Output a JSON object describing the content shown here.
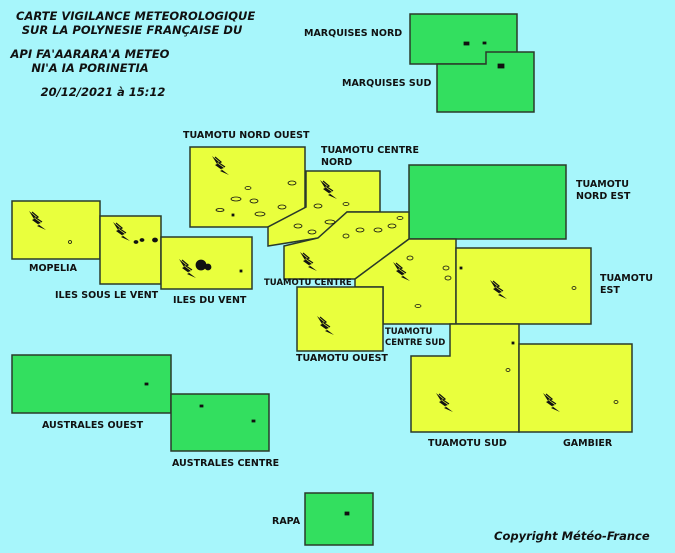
{
  "header": {
    "line1": "CARTE VIGILANCE METEOROLOGIQUE",
    "line2": "SUR LA POLYNESIE FRANÇAISE DU",
    "line3": "API FA'AARARA'A METEO",
    "line4": "NI'A IA PORINETIA",
    "datetime": "20/12/2021 à 15:12"
  },
  "copyright": "Copyright Météo-France",
  "colors": {
    "sea": "#a7f6fb",
    "green": "#33df5f",
    "yellow": "#e9ff3d",
    "border": "#2a3a2a"
  },
  "zones": {
    "marquises_nord": {
      "label": "MARQUISES NORD",
      "level": "green"
    },
    "marquises_sud": {
      "label": "MARQUISES SUD",
      "level": "green"
    },
    "tuamotu_nord_ouest": {
      "label": "TUAMOTU NORD OUEST",
      "level": "yellow",
      "icon": "storm-icon"
    },
    "tuamotu_centre_nord_l1": {
      "label": "TUAMOTU CENTRE"
    },
    "tuamotu_centre_nord_l2": {
      "label": "NORD"
    },
    "tuamotu_centre_nord": {
      "level": "yellow",
      "icon": "storm-icon"
    },
    "tuamotu_nord_est_l1": {
      "label": "TUAMOTU"
    },
    "tuamotu_nord_est_l2": {
      "label": "NORD EST"
    },
    "tuamotu_nord_est": {
      "level": "green"
    },
    "mopelia": {
      "label": "MOPELIA",
      "level": "yellow",
      "icon": "storm-icon"
    },
    "iles_sous_le_vent": {
      "label": "ILES SOUS LE VENT",
      "level": "yellow",
      "icon": "storm-icon"
    },
    "iles_du_vent": {
      "label": "ILES DU VENT",
      "level": "yellow",
      "icon": "storm-icon"
    },
    "tuamotu_centre": {
      "label": "TUAMOTU CENTRE",
      "level": "yellow",
      "icon": "storm-icon"
    },
    "tuamotu_est_l1": {
      "label": "TUAMOTU"
    },
    "tuamotu_est_l2": {
      "label": "EST"
    },
    "tuamotu_est": {
      "level": "yellow",
      "icon": "storm-icon"
    },
    "tuamotu_ouest": {
      "label": "TUAMOTU OUEST",
      "level": "yellow",
      "icon": "storm-icon"
    },
    "tuamotu_centre_sud_l1": {
      "label": "TUAMOTU"
    },
    "tuamotu_centre_sud_l2": {
      "label": "CENTRE SUD"
    },
    "tuamotu_centre_sud": {
      "level": "yellow",
      "icon": "storm-icon"
    },
    "tuamotu_sud": {
      "label": "TUAMOTU SUD",
      "level": "yellow",
      "icon": "storm-icon"
    },
    "gambier": {
      "label": "GAMBIER",
      "level": "yellow",
      "icon": "storm-icon"
    },
    "australes_ouest": {
      "label": "AUSTRALES OUEST",
      "level": "green"
    },
    "australes_centre": {
      "label": "AUSTRALES CENTRE",
      "level": "green"
    },
    "rapa": {
      "label": "RAPA",
      "level": "green"
    }
  }
}
